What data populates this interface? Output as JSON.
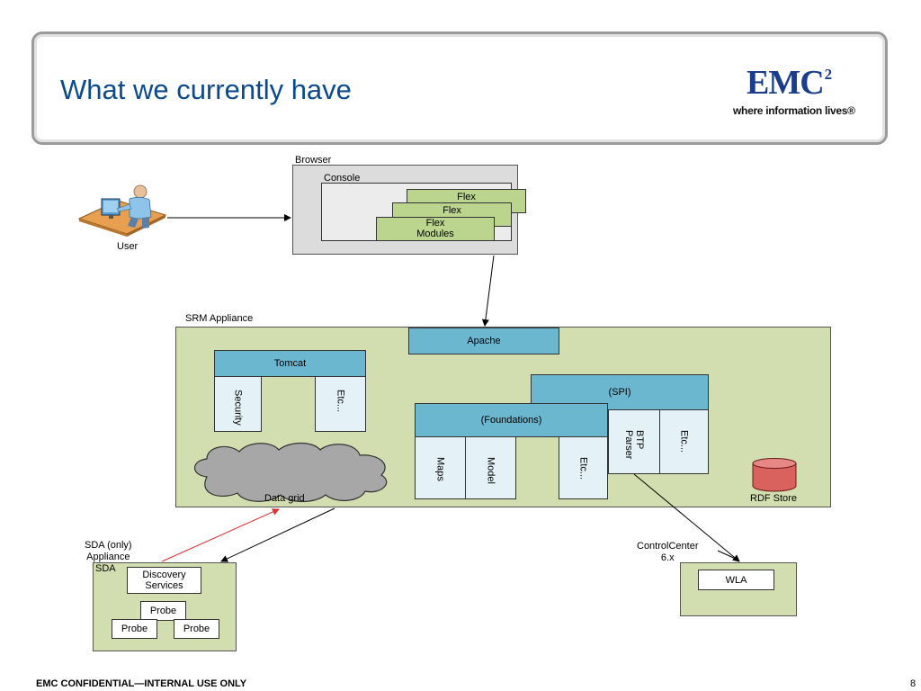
{
  "slide": {
    "title": "What we currently have",
    "footer_confidential": "EMC CONFIDENTIAL—INTERNAL USE ONLY",
    "page_number": "8"
  },
  "logo": {
    "mark": "EMC",
    "superscript": "2",
    "tagline": "where information lives®"
  },
  "diagram": {
    "user_label": "User",
    "browser_label": "Browser",
    "console_label": "Console",
    "flex_modules": [
      "Flex",
      "Flex",
      "Flex\nModules"
    ],
    "srm_label": "SRM Appliance",
    "apache_label": "Apache",
    "tomcat": {
      "header": "Tomcat",
      "columns": [
        "Security",
        "Etc..."
      ]
    },
    "data_grid_label": "Data grid",
    "foundations": {
      "header": "(Foundations)",
      "columns": [
        "Maps",
        "Model",
        "Etc..."
      ]
    },
    "spi": {
      "header": "(SPI)",
      "columns": [
        "BTP\nParser",
        "Etc..."
      ]
    },
    "rdf_store_label": "RDF Store",
    "sda_only_label": "SDA (only)\nAppliance",
    "sda_label": "SDA",
    "discovery_services_label": "Discovery\nServices",
    "probe_labels": [
      "Probe",
      "Probe",
      "Probe"
    ],
    "controlcenter_label": "ControlCenter\n6.x",
    "wla_label": "WLA"
  },
  "colors": {
    "title_blue": "#0b4a8c",
    "logo_blue": "#1a3e8c",
    "appliance_green": "#d3deb0",
    "header_blue": "#6ab7cf",
    "column_light_blue": "#e4f2f8",
    "flex_green": "#bcd58e",
    "rdf_red": "#d9625f",
    "cloud_gray": "#a7a7a7",
    "red_arrow": "#e03030"
  }
}
